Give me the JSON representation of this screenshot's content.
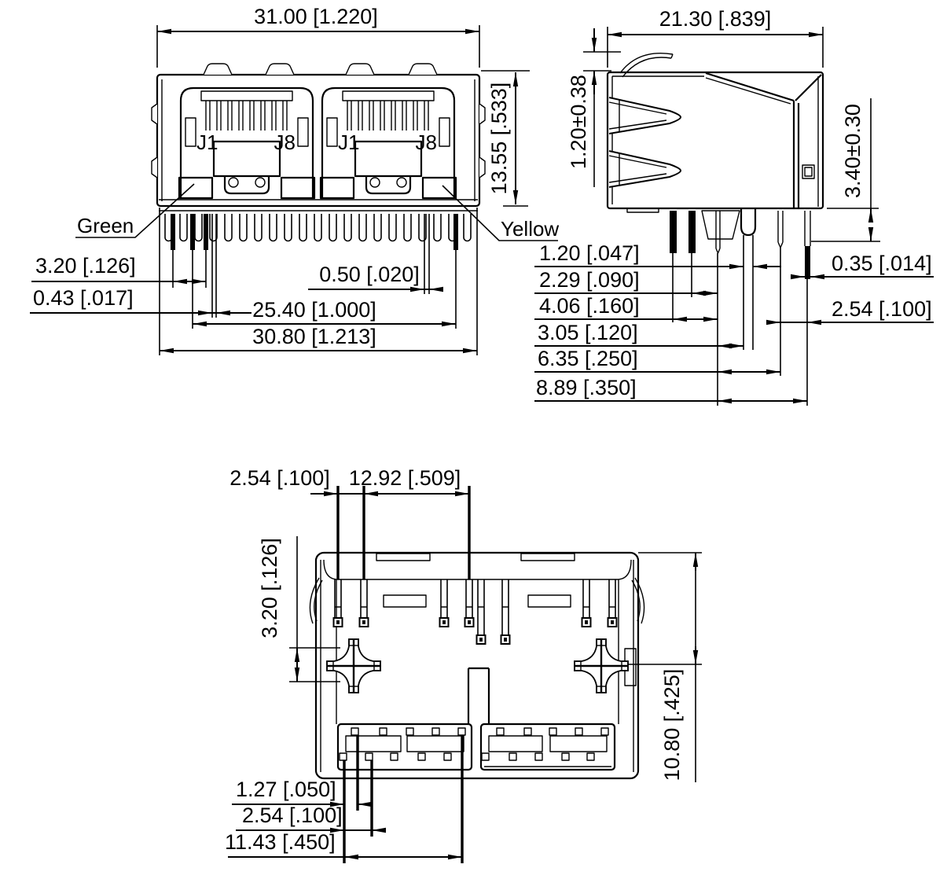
{
  "front_view": {
    "width": "31.00 [1.220]",
    "height": "13.55 [.533]",
    "led_left_label": "Green",
    "led_right_label": "Yellow",
    "ports": [
      {
        "first": "J1",
        "last": "J8"
      },
      {
        "first": "J1",
        "last": "J8"
      }
    ],
    "pin_row_offset": "3.20 [.126]",
    "pin_thickness": "0.43 [.017]",
    "led_pin_gap": "0.50 [.020]",
    "led_pin_span": "25.40 [1.000]",
    "body_width": "30.80 [1.213]"
  },
  "side_view": {
    "depth": "21.30 [.839]",
    "finger_height": "1.20±0.38",
    "standoff_height": "3.40±0.30",
    "pin_dims": [
      "1.20 [.047]",
      "2.29 [.090]",
      "4.06 [.160]",
      "3.05 [.120]",
      "6.35 [.250]",
      "8.89 [.350]"
    ],
    "pin_width": "0.35 [.014]",
    "pin_pitch": "2.54 [.100]"
  },
  "bottom_view": {
    "pad_pitch_top": "2.54 [.100]",
    "pad_row_span": "12.92 [.509]",
    "post_offset": "3.20 [.126]",
    "depth_to_post": "10.80 [.425]",
    "pad_offset": "1.27 [.050]",
    "pad_pitch_bottom": "2.54 [.100]",
    "pad_span": "11.43 [.450]"
  }
}
